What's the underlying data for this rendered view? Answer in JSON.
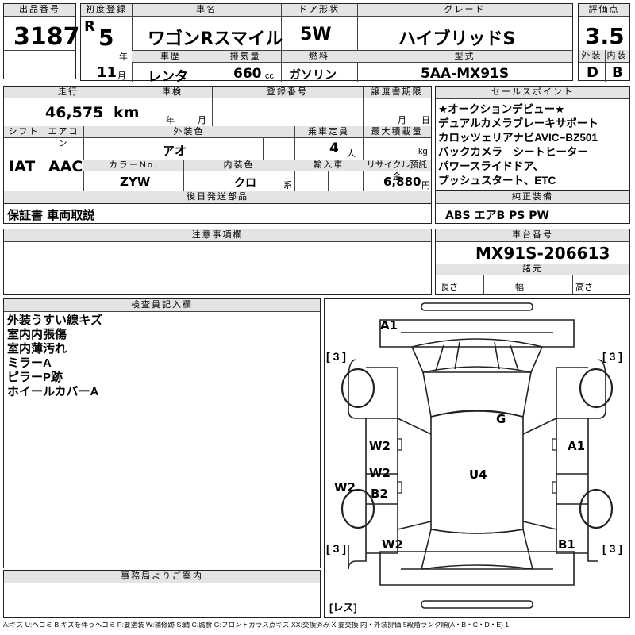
{
  "header": {
    "lot_no_label": "出品番号",
    "lot_no": "3187",
    "first_reg_label": "初度登録",
    "era": "R",
    "year": "5",
    "year_unit": "年",
    "month": "11",
    "month_unit": "月",
    "car_name_label": "車名",
    "car_name": "ワゴンRスマイル",
    "door_label": "ドア形状",
    "door": "5W",
    "grade_label": "グレード",
    "grade": "ハイブリッドS",
    "score_label": "評価点",
    "score": "3.5",
    "history_label": "車歴",
    "history": "レンタ",
    "displacement_label": "排気量",
    "displacement": "660",
    "displacement_unit": "cc",
    "fuel_label": "燃料",
    "fuel": "ガソリン",
    "model_label": "型式",
    "model": "5AA-MX91S",
    "exterior_label": "外装",
    "exterior_grade": "D",
    "interior_label": "内装",
    "interior_grade": "B"
  },
  "row2": {
    "mileage_label": "走行",
    "mileage": "46,575",
    "mileage_unit": "km",
    "inspection_label": "車検",
    "year_unit": "年",
    "month_unit": "月",
    "reg_no_label": "登録番号",
    "transfer_label": "譲渡書期限",
    "day_unit": "日",
    "shift_label": "シフト",
    "shift": "IAT",
    "ac_label": "エアコン",
    "ac": "AAC",
    "ext_color_label": "外装色",
    "ext_color": "アオ",
    "capacity_label": "乗車定員",
    "capacity": "4",
    "capacity_unit": "人",
    "load_label": "最大積載量",
    "load_unit": "kg",
    "color_no_label": "カラーNo.",
    "color_no": "ZYW",
    "int_color_label": "内装色",
    "int_color": "クロ",
    "int_color_suffix": "系",
    "import_label": "輸入車",
    "recycle_label": "リサイクル預託金",
    "recycle": "6,880",
    "recycle_unit": "円"
  },
  "sales_points": {
    "label": "セールスポイント",
    "lines": [
      "★オークションデビュー★",
      "デュアルカメラブレーキサポート",
      "カロッツェリアナビAVIC−BZ501",
      "バックカメラ　シートヒーター",
      "パワースライドドア、",
      "プッシュスタート、ETC"
    ]
  },
  "later_parts": {
    "label": "後日発送部品",
    "value": "保証書 車両取説"
  },
  "equipment": {
    "label": "純正装備",
    "value": "ABS エアB PS PW"
  },
  "notes": {
    "label": "注意事項欄"
  },
  "chassis": {
    "label": "車台番号",
    "value": "MX91S-206613",
    "spec_label": "諸元",
    "length_label": "長さ",
    "width_label": "幅",
    "height_label": "高さ"
  },
  "inspector": {
    "label": "検査員記入欄",
    "lines": [
      "外装うすい線キズ",
      "室内内張傷",
      "室内薄汚れ",
      "ミラーA",
      "ピラーP跡",
      "ホイールカバーA"
    ]
  },
  "diagram": {
    "marks": [
      "A1",
      "G",
      "W2",
      "A1",
      "W2",
      "U4",
      "W2",
      "B2",
      "W2",
      "B1"
    ],
    "tire_left_top": "3",
    "tire_right_top": "3",
    "tire_left_bottom": "3",
    "tire_right_bottom": "3",
    "spare": "レス"
  },
  "office": {
    "label": "事務局よりご案内"
  },
  "legend": "A:キズ U:ヘコミ B:キズを伴うヘコミ P:要塗装 W:補修跡 S:錆 C:腐食 G:フロントガラス点キズ XX:交換済み X:要交換 内・外装評価 5段階ランク順(A・B・C・D・E) 1"
}
